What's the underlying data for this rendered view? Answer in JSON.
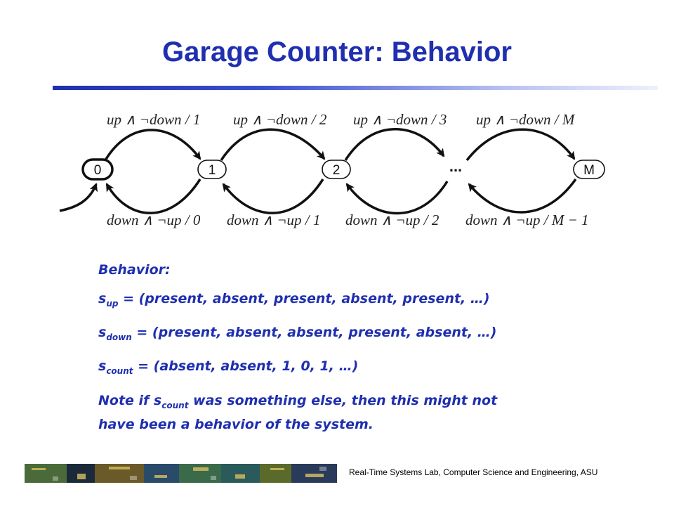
{
  "slide": {
    "title": "Garage Counter: Behavior",
    "footer": "Real-Time Systems Lab, Computer Science and Engineering, ASU"
  },
  "diagram": {
    "states": [
      "0",
      "1",
      "2",
      "...",
      "M"
    ],
    "up_labels": [
      "up ∧ ¬down / 1",
      "up ∧ ¬down / 2",
      "up ∧ ¬down / 3",
      "up ∧ ¬down / M"
    ],
    "down_labels": [
      "down ∧ ¬up / 0",
      "down ∧ ¬up / 1",
      "down ∧ ¬up / 2",
      "down ∧ ¬up / M − 1"
    ]
  },
  "behavior": {
    "heading": "Behavior:",
    "signals": [
      {
        "var": "s",
        "sub": "up",
        "value": " = (present, absent, present, absent, present, …)"
      },
      {
        "var": "s",
        "sub": "down",
        "value": " = (present, absent, absent, present, absent, …)"
      },
      {
        "var": "s",
        "sub": "count",
        "value": " = (absent, absent, 1, 0, 1, …)"
      }
    ],
    "note_part1": "Note if s",
    "note_sub": "count",
    "note_part2": " was something else, then this might not",
    "note_line2": "have been a behavior of the system."
  },
  "colors": {
    "title": "#1f2fb0",
    "text": "#1f2fb0"
  }
}
